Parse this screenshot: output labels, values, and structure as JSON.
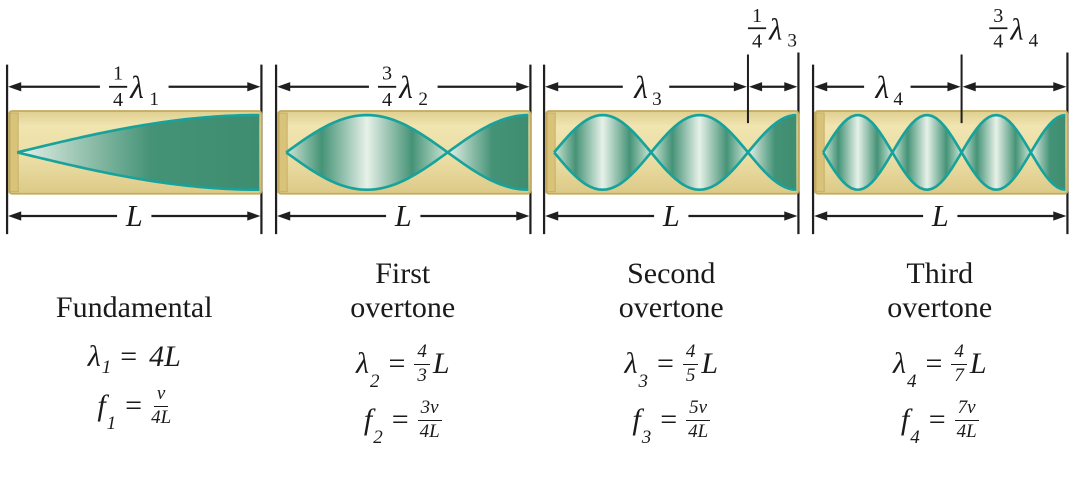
{
  "colors": {
    "background": "#ffffff",
    "line": "#1f1f1f",
    "text": "#1a1a1a",
    "tube_fill_top": "#dfcf90",
    "tube_fill_mid": "#f0e4b0",
    "tube_fill_bot": "#dcc987",
    "tube_edge": "#c3aa5c",
    "tube_cap": "#d9c279",
    "wave_stroke": "#17a29b",
    "wave_green": "#459377",
    "wave_green_dark": "#3f8d70",
    "wave_light": "#e7f1e8"
  },
  "panels": [
    {
      "name_lines": [
        "Fundamental"
      ],
      "quarter_waves": 1,
      "tube_length_label": "L",
      "arrows": {
        "main": {
          "end_frac": 1,
          "label": {
            "num": "1",
            "den": "4",
            "sym": "λ",
            "sub": "1"
          }
        },
        "secondary": null
      },
      "lambda_eq": {
        "lhs": "λ",
        "sub": "1",
        "rel": "=",
        "frac": null,
        "rhs": "4L"
      },
      "freq_eq": {
        "lhs": "f",
        "sub": "1",
        "rel": "=",
        "frac": {
          "num": "v",
          "den": "4L"
        },
        "rhs": ""
      }
    },
    {
      "name_lines": [
        "First",
        "overtone"
      ],
      "quarter_waves": 3,
      "tube_length_label": "L",
      "arrows": {
        "main": {
          "end_frac": 1,
          "label": {
            "num": "3",
            "den": "4",
            "sym": "λ",
            "sub": "2"
          }
        },
        "secondary": null
      },
      "lambda_eq": {
        "lhs": "λ",
        "sub": "2",
        "rel": "=",
        "frac": {
          "num": "4",
          "den": "3"
        },
        "rhs": "L"
      },
      "freq_eq": {
        "lhs": "f",
        "sub": "2",
        "rel": "=",
        "frac": {
          "num": "3v",
          "den": "4L"
        },
        "rhs": ""
      }
    },
    {
      "name_lines": [
        "Second",
        "overtone"
      ],
      "quarter_waves": 5,
      "tube_length_label": "L",
      "arrows": {
        "main": {
          "end_frac": 0.8,
          "label": {
            "num": null,
            "den": null,
            "sym": "λ",
            "sub": "3"
          }
        },
        "secondary": {
          "start_frac": 0.8,
          "end_frac": 1,
          "label": {
            "num": "1",
            "den": "4",
            "sym": "λ",
            "sub": "3"
          }
        }
      },
      "lambda_eq": {
        "lhs": "λ",
        "sub": "3",
        "rel": "=",
        "frac": {
          "num": "4",
          "den": "5"
        },
        "rhs": "L"
      },
      "freq_eq": {
        "lhs": "f",
        "sub": "3",
        "rel": "=",
        "frac": {
          "num": "5v",
          "den": "4L"
        },
        "rhs": ""
      }
    },
    {
      "name_lines": [
        "Third",
        "overtone"
      ],
      "quarter_waves": 7,
      "tube_length_label": "L",
      "arrows": {
        "main": {
          "end_frac": 0.5714,
          "label": {
            "num": null,
            "den": null,
            "sym": "λ",
            "sub": "4"
          }
        },
        "secondary": {
          "start_frac": 0.5714,
          "end_frac": 1,
          "label": {
            "num": "3",
            "den": "4",
            "sym": "λ",
            "sub": "4"
          }
        }
      },
      "lambda_eq": {
        "lhs": "λ",
        "sub": "4",
        "rel": "=",
        "frac": {
          "num": "4",
          "den": "7"
        },
        "rhs": "L"
      },
      "freq_eq": {
        "lhs": "f",
        "sub": "4",
        "rel": "=",
        "frac": {
          "num": "7v",
          "den": "4L"
        },
        "rhs": ""
      }
    }
  ]
}
